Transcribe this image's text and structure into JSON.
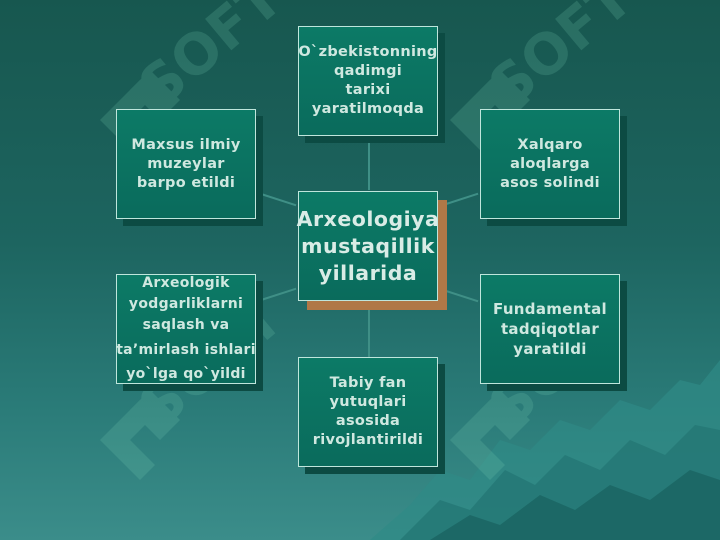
{
  "diagram": {
    "center": {
      "lines": [
        "Arxeologiya",
        "mustaqillik",
        "yillarida"
      ]
    },
    "nodes": {
      "top": [
        "O`zbekistonning",
        "qadimgi",
        "tarixi",
        "yaratilmoqda"
      ],
      "top_left": [
        "Maxsus ilmiy",
        "muzeylar",
        "barpo etildi"
      ],
      "top_right": [
        "Xalqaro",
        "aloqlarga",
        "asos solindi"
      ],
      "bottom_left": [
        "Arxeologik",
        "yodgarliklarni",
        "saqlash va",
        "ta’mirlash ishlari",
        "yo`lga qo`yildi"
      ],
      "bottom_right": [
        "Fundamental",
        "tadqiqotlar",
        "yaratildi"
      ],
      "bottom": [
        "Tabiy fan",
        "yutuqlari",
        "asosida",
        "rivojlantirildi"
      ]
    }
  },
  "colors": {
    "box_fill": "#0a6b5c",
    "box_border": "#bfe6dc",
    "box_shadow": "#0c4b43",
    "center_shadow": "#b07847",
    "text": "#cfe8e0"
  },
  "watermark": {
    "brand": "SOFT"
  }
}
